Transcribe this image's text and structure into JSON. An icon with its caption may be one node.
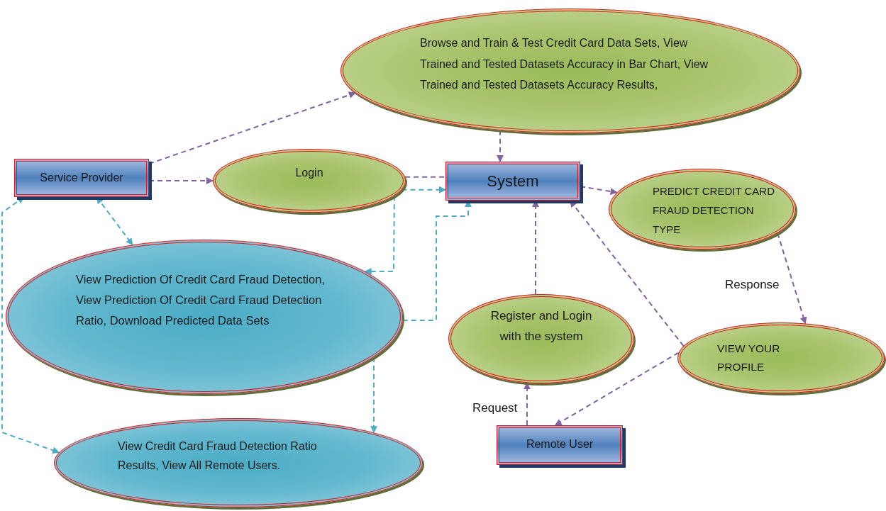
{
  "diagram": {
    "nodes": [
      {
        "text": [
          "Browse and Train & Test Credit Card Data Sets, View Trained and Tested Datasets Accuracy in Bar Chart, View Trained and Tested Datasets Accuracy Results,"
        ]
      },
      {
        "text": [
          "Service Provider"
        ]
      },
      {
        "text": [
          "Login"
        ]
      },
      {
        "text": [
          "System"
        ]
      },
      {
        "text": [
          "PREDICT CREDIT CARD FRAUD DETECTION TYPE"
        ]
      },
      {
        "text": [
          "View Prediction Of Credit Card Fraud Detection, View Prediction Of Credit Card Fraud Detection Ratio, Download Predicted Data Sets"
        ]
      },
      {
        "text": [
          "Register and Login with the system"
        ]
      },
      {
        "text": [
          "VIEW YOUR PROFILE"
        ]
      },
      {
        "text": [
          "View Credit Card Fraud Detection Ratio Results, View All Remote Users."
        ]
      },
      {
        "text": [
          "Remote User"
        ]
      }
    ],
    "edges": [
      {
        "from": 1,
        "to": 0,
        "arrow": "to",
        "style": "dashed"
      },
      {
        "from": 1,
        "to": 2,
        "arrow": "to",
        "style": "dashed"
      },
      {
        "from": 0,
        "to": 3,
        "arrow": "to",
        "style": "dashed"
      },
      {
        "from": 2,
        "to": 3,
        "arrow": "none",
        "style": "dashed"
      },
      {
        "from": 2,
        "to": 3,
        "arrow": "to",
        "style": "dashed",
        "color": "#4bacc6"
      },
      {
        "from": 2,
        "to": 5,
        "arrow": "to",
        "style": "dashed",
        "color": "#4bacc6"
      },
      {
        "from": 1,
        "to": 5,
        "arrow": "both",
        "style": "dashed",
        "color": "#4bacc6"
      },
      {
        "from": 1,
        "to": 8,
        "arrow": "both",
        "style": "dashed",
        "color": "#4bacc6"
      },
      {
        "from": 5,
        "to": 3,
        "arrow": "to",
        "style": "dashed",
        "color": "#4bacc6"
      },
      {
        "from": 5,
        "to": 8,
        "arrow": "to",
        "style": "dashed",
        "color": "#4bacc6"
      },
      {
        "from": 6,
        "to": 3,
        "arrow": "to",
        "style": "dashed"
      },
      {
        "from": 3,
        "to": 4,
        "arrow": "to",
        "style": "dashed"
      },
      {
        "from": 4,
        "to": 7,
        "arrow": "to",
        "style": "dashed",
        "label": "Response"
      },
      {
        "from": 7,
        "to": 3,
        "arrow": "to",
        "style": "dashed"
      },
      {
        "from": 7,
        "to": 9,
        "arrow": "to",
        "style": "dashed"
      },
      {
        "from": 9,
        "to": 6,
        "arrow": "to",
        "style": "dashed",
        "label": "Request"
      }
    ]
  }
}
